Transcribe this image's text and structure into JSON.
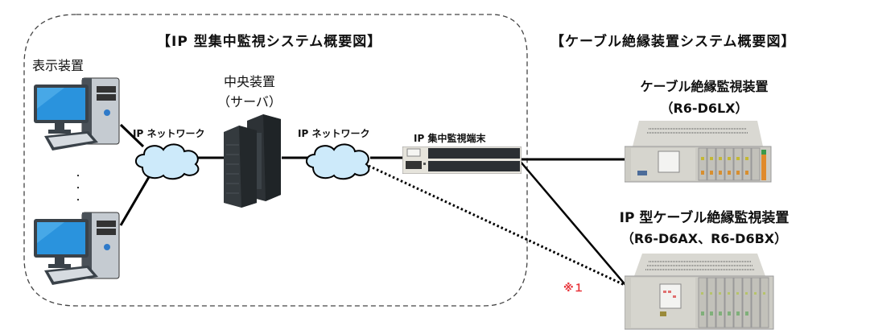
{
  "ip_system": {
    "title": "【IP 型集中監視システム概要図】",
    "display_device_label": "表示装置",
    "central_device_label": "中央装置",
    "central_device_sub": "（サーバ）",
    "network_label_left": "IP ネットワーク",
    "network_label_right": "IP ネットワーク",
    "terminal_label": "IP 集中監視端末",
    "ellipsis": "・\n・\n・"
  },
  "cable_system": {
    "title": "【ケーブル絶縁装置システム概要図】",
    "device1_name": "ケーブル絶縁監視装置",
    "device1_model": "（R6-D6LX）",
    "device2_name": "IP 型ケーブル絶縁監視装置",
    "device2_model": "（R6-D6AX、R6-D6BX）"
  },
  "note_mark": "※１",
  "colors": {
    "cloud_fill": "#cdeafa",
    "note_red": "#e8343a",
    "server_dark": "#2d3236",
    "monitor_blue": "#1e88d6",
    "rack_gray": "#d3d2cc"
  }
}
